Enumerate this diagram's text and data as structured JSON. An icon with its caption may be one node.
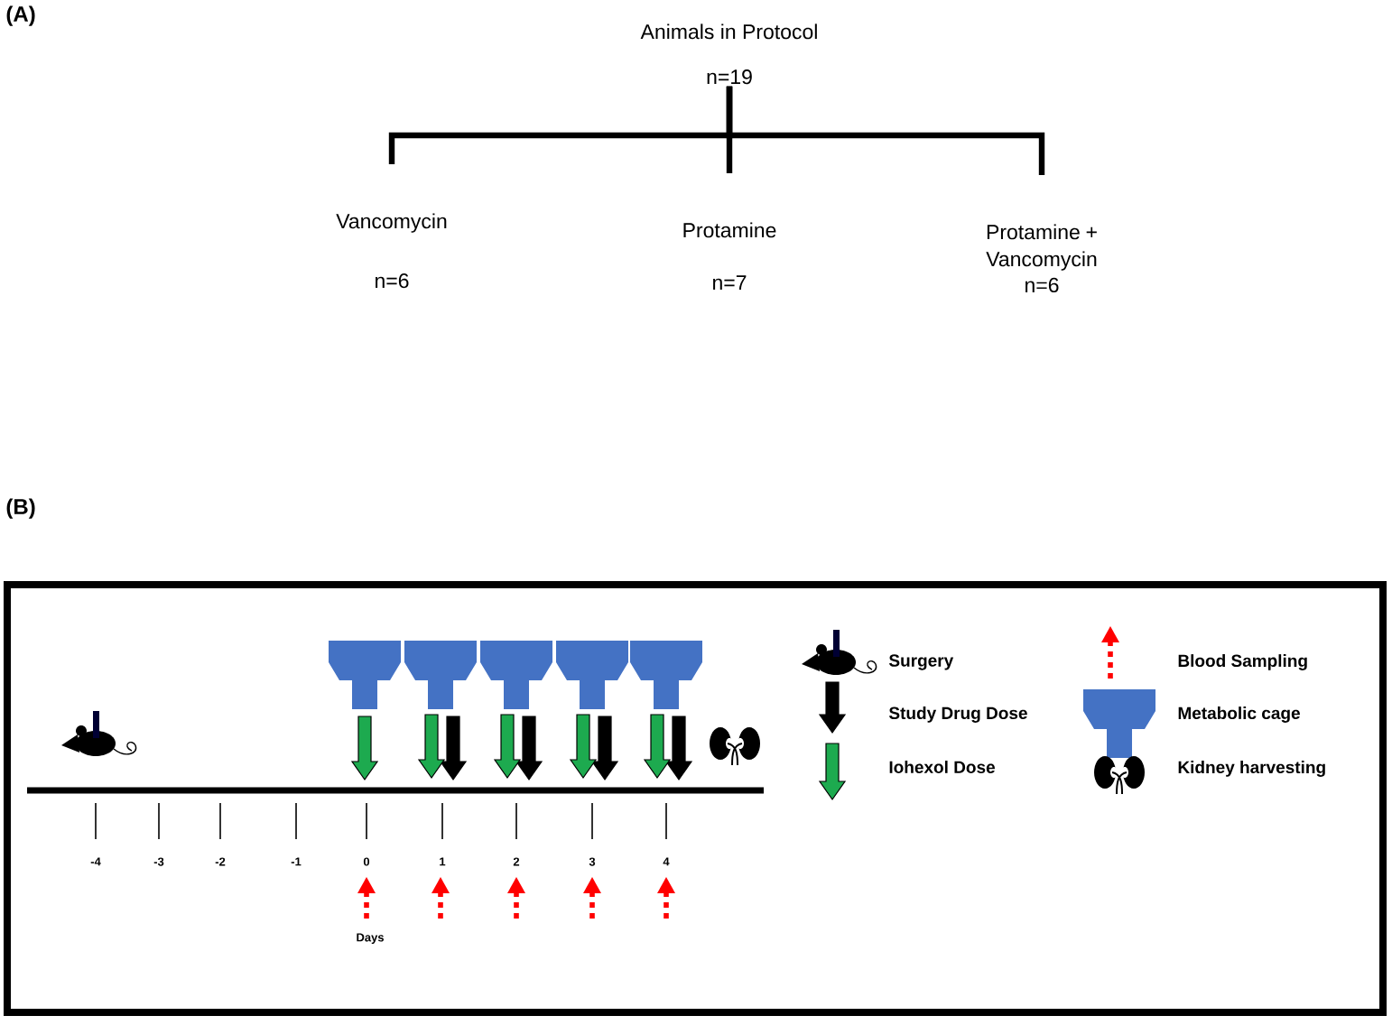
{
  "diagram": {
    "nodes": [
      {
        "text": [
          "Animals in Protocol",
          "n=19"
        ]
      },
      {
        "text": [
          "Vancomycin",
          "n=6"
        ]
      },
      {
        "text": [
          "Protamine",
          "n=7"
        ]
      },
      {
        "text": [
          "Protamine + Vancomycin",
          "n=6"
        ]
      }
    ],
    "edges": [
      {
        "from": 0,
        "to": 1,
        "arrow": "none"
      },
      {
        "from": 0,
        "to": 2,
        "arrow": "none"
      },
      {
        "from": 0,
        "to": 3,
        "arrow": "none"
      }
    ],
    "labels": [
      "(A)",
      "(B)",
      "-4",
      "-3",
      "-2",
      "-1",
      "0",
      "1",
      "2",
      "3",
      "4",
      "Days"
    ],
    "legend": [
      {
        "text": "Surgery"
      },
      {
        "text": "Study Drug Dose"
      },
      {
        "text": "Iohexol Dose"
      },
      {
        "text": "Blood Sampling"
      },
      {
        "text": "Metabolic cage"
      },
      {
        "text": "Kidney harvesting"
      }
    ]
  }
}
